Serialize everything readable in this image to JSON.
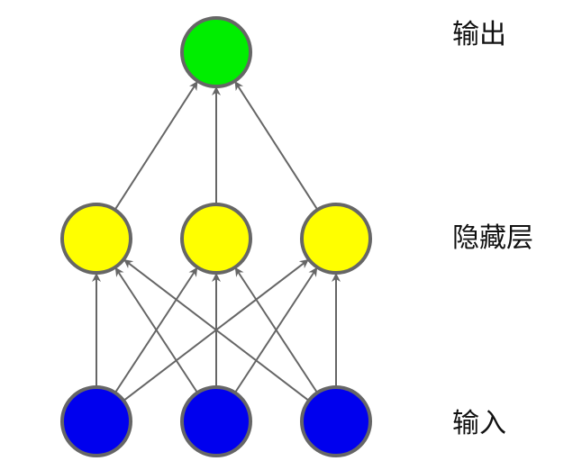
{
  "labels": {
    "output": "输出",
    "hidden": "隐藏层",
    "input": "输入"
  },
  "colors": {
    "output_node": "#00ee00",
    "hidden_node": "#ffff00",
    "input_node": "#0000ee",
    "node_stroke": "#666666",
    "edge": "#666666"
  },
  "layers": {
    "input": {
      "count": 3
    },
    "hidden": {
      "count": 3
    },
    "output": {
      "count": 1
    }
  }
}
